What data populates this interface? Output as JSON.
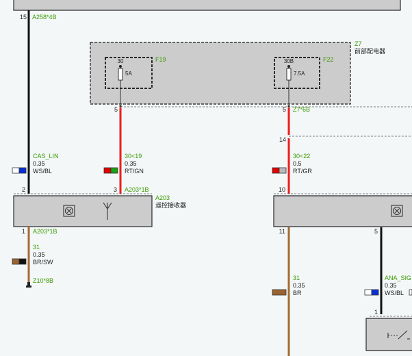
{
  "colors": {
    "background": "#f3f7f8",
    "component_fill": "#cccccc",
    "label_green": "#3a9a00",
    "wire_black": "#111111",
    "wire_red": "#ee1c1c",
    "wire_brown": "#a66a33",
    "swatch_white": "#ffffff",
    "swatch_blue": "#0a2ed6",
    "swatch_red": "#e30000",
    "swatch_green": "#17a317",
    "swatch_gray": "#b9b9b9",
    "swatch_brown": "#9b6331",
    "swatch_black": "#111111"
  },
  "top_component": {
    "pin": "15",
    "connector": "A258*4B"
  },
  "fuse_box": {
    "id": "Z7",
    "name": "前部配电器",
    "fuses": [
      {
        "id": "F19",
        "terminal": "30",
        "rating": "5A",
        "pin": "5"
      },
      {
        "id": "F22",
        "terminal": "30B",
        "rating": "7.5A",
        "pin": "5",
        "connector": "Z7*6B"
      }
    ]
  },
  "wires": [
    {
      "signal": "CAS_LIN",
      "gauge": "0.35",
      "color_code": "WS/BL"
    },
    {
      "signal": "30<19",
      "gauge": "0.35",
      "color_code": "RT/GN"
    },
    {
      "signal": "30<22",
      "gauge": "0.5",
      "color_code": "RT/GR",
      "pin_top": "14",
      "pin_bottom": "10"
    },
    {
      "signal": "31",
      "gauge": "0.35",
      "color_code": "BR/SW",
      "ground": "Z10*8B"
    },
    {
      "signal": "31",
      "gauge": "0.35",
      "color_code": "BR"
    },
    {
      "signal": "ANA_SIG",
      "gauge": "0.35",
      "color_code": "WS/BL"
    }
  ],
  "receiver": {
    "id": "A203",
    "name": "遥控接收器",
    "pin_left": "2",
    "pin_right": "3",
    "connector_top": "A203*1B",
    "pin_bottom": "1",
    "connector_bottom": "A203*1B",
    "icon": "control-unit-icon",
    "antenna_icon": "antenna-icon"
  },
  "right_module": {
    "pin_left": "11",
    "pin_right": "5",
    "icon": "control-unit-icon"
  },
  "switch_module": {
    "pin": "1",
    "icon": "switch-icon"
  }
}
